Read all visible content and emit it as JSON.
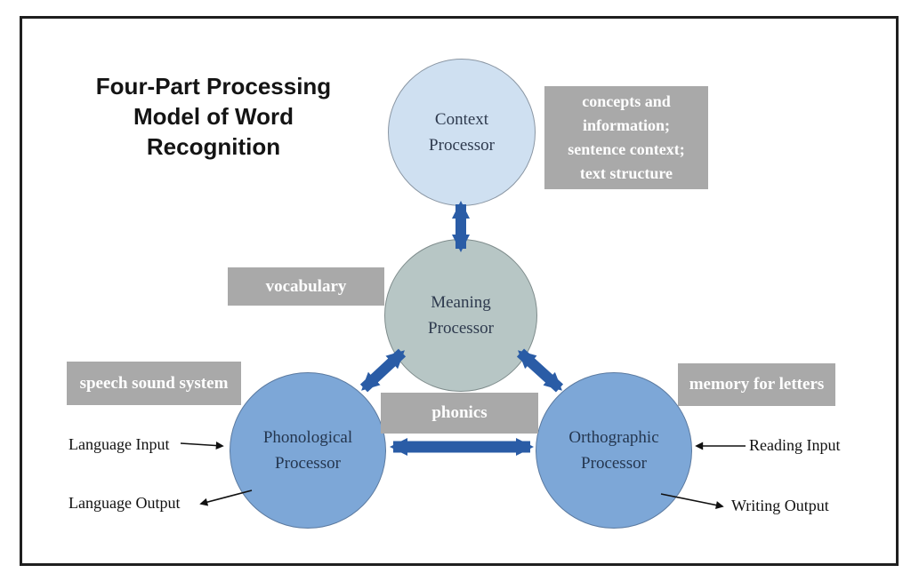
{
  "title": "Four-Part Processing\nModel of Word\nRecognition",
  "processors": {
    "context": {
      "label": "Context\nProcessor"
    },
    "meaning": {
      "label": "Meaning\nProcessor"
    },
    "phonological": {
      "label": "Phonological\nProcessor"
    },
    "orthographic": {
      "label": "Orthographic\nProcessor"
    }
  },
  "tags": {
    "concepts": "concepts and\ninformation;\nsentence context;\ntext structure",
    "vocabulary": "vocabulary",
    "speech": "speech sound system",
    "memory": "memory for letters",
    "phonics": "phonics"
  },
  "io_labels": {
    "language_input": "Language Input",
    "language_output": "Language Output",
    "reading_input": "Reading Input",
    "writing_output": "Writing Output"
  },
  "colors": {
    "context_circle": "#cfe0f1",
    "meaning_circle": "#b7c6c5",
    "phonological_circle": "#7da7d7",
    "orthographic_circle": "#7da7d7",
    "tag_background": "#a9a9a9",
    "tag_text": "#ffffff",
    "arrow_blue": "#2a5ca6",
    "thin_arrow": "#111111",
    "frame_border": "#1f1f1f"
  }
}
